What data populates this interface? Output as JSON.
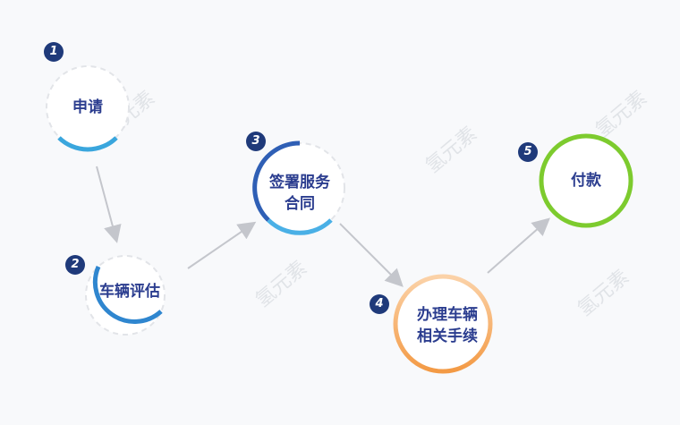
{
  "steps": [
    {
      "number": "1",
      "label_lines": [
        "申请"
      ],
      "color": "#3aa6dd"
    },
    {
      "number": "2",
      "label_lines": [
        "车辆评估"
      ],
      "color": "#2f86cf"
    },
    {
      "number": "3",
      "label_lines": [
        "签署服务",
        "合同"
      ],
      "color": "#2f5fb5"
    },
    {
      "number": "4",
      "label_lines": [
        "办理车辆",
        "相关手续"
      ],
      "color": "#f39a45"
    },
    {
      "number": "5",
      "label_lines": [
        "付款"
      ],
      "color": "#7dcb2e"
    }
  ],
  "watermark": "氢元素"
}
